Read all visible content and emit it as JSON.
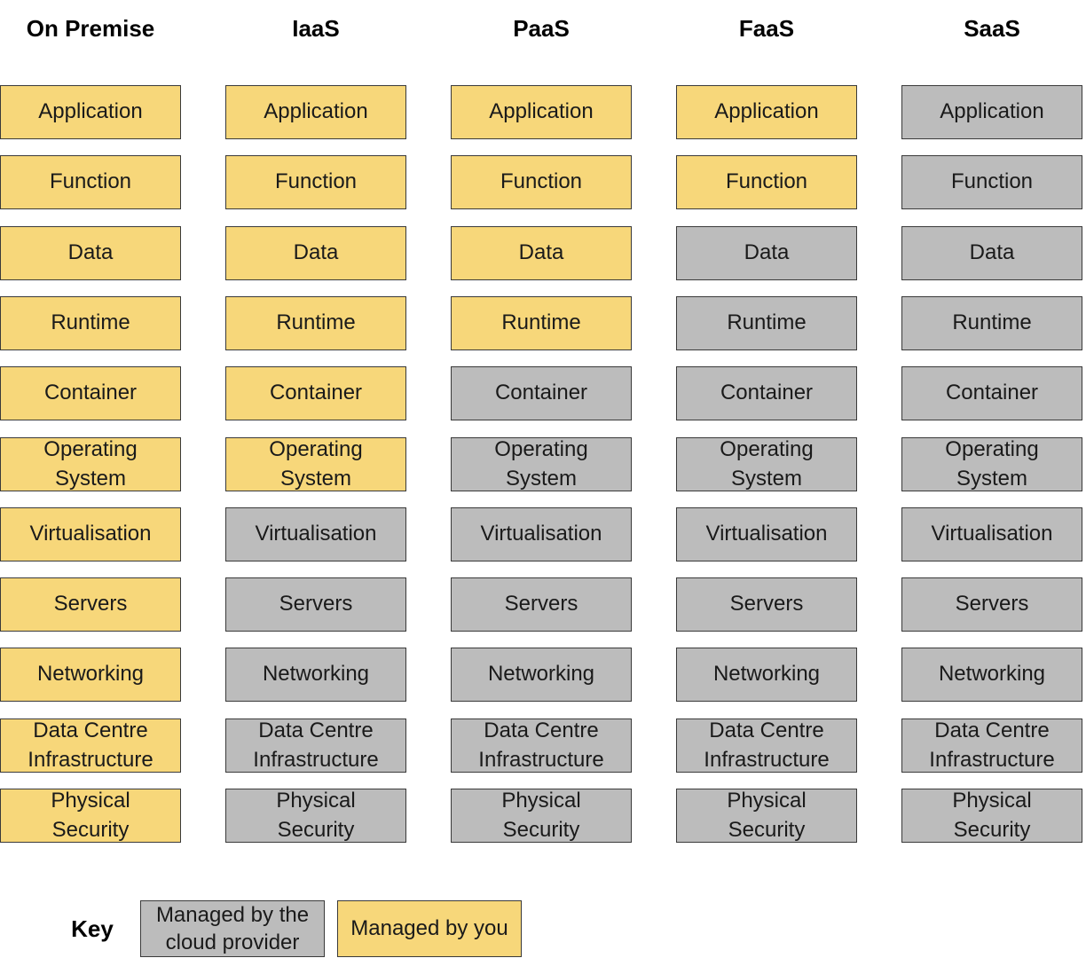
{
  "columns": [
    {
      "title": "On Premise",
      "cells": [
        {
          "label": "Application",
          "managed_by": "you"
        },
        {
          "label": "Function",
          "managed_by": "you"
        },
        {
          "label": "Data",
          "managed_by": "you"
        },
        {
          "label": "Runtime",
          "managed_by": "you"
        },
        {
          "label": "Container",
          "managed_by": "you"
        },
        {
          "label": "Operating\nSystem",
          "managed_by": "you"
        },
        {
          "label": "Virtualisation",
          "managed_by": "you"
        },
        {
          "label": "Servers",
          "managed_by": "you"
        },
        {
          "label": "Networking",
          "managed_by": "you"
        },
        {
          "label": "Data Centre\nInfrastructure",
          "managed_by": "you"
        },
        {
          "label": "Physical\nSecurity",
          "managed_by": "you"
        }
      ]
    },
    {
      "title": "IaaS",
      "cells": [
        {
          "label": "Application",
          "managed_by": "you"
        },
        {
          "label": "Function",
          "managed_by": "you"
        },
        {
          "label": "Data",
          "managed_by": "you"
        },
        {
          "label": "Runtime",
          "managed_by": "you"
        },
        {
          "label": "Container",
          "managed_by": "you"
        },
        {
          "label": "Operating\nSystem",
          "managed_by": "you"
        },
        {
          "label": "Virtualisation",
          "managed_by": "cloud"
        },
        {
          "label": "Servers",
          "managed_by": "cloud"
        },
        {
          "label": "Networking",
          "managed_by": "cloud"
        },
        {
          "label": "Data Centre\nInfrastructure",
          "managed_by": "cloud"
        },
        {
          "label": "Physical\nSecurity",
          "managed_by": "cloud"
        }
      ]
    },
    {
      "title": "PaaS",
      "cells": [
        {
          "label": "Application",
          "managed_by": "you"
        },
        {
          "label": "Function",
          "managed_by": "you"
        },
        {
          "label": "Data",
          "managed_by": "you"
        },
        {
          "label": "Runtime",
          "managed_by": "you"
        },
        {
          "label": "Container",
          "managed_by": "cloud"
        },
        {
          "label": "Operating\nSystem",
          "managed_by": "cloud"
        },
        {
          "label": "Virtualisation",
          "managed_by": "cloud"
        },
        {
          "label": "Servers",
          "managed_by": "cloud"
        },
        {
          "label": "Networking",
          "managed_by": "cloud"
        },
        {
          "label": "Data Centre\nInfrastructure",
          "managed_by": "cloud"
        },
        {
          "label": "Physical\nSecurity",
          "managed_by": "cloud"
        }
      ]
    },
    {
      "title": "FaaS",
      "cells": [
        {
          "label": "Application",
          "managed_by": "you"
        },
        {
          "label": "Function",
          "managed_by": "you"
        },
        {
          "label": "Data",
          "managed_by": "cloud"
        },
        {
          "label": "Runtime",
          "managed_by": "cloud"
        },
        {
          "label": "Container",
          "managed_by": "cloud"
        },
        {
          "label": "Operating\nSystem",
          "managed_by": "cloud"
        },
        {
          "label": "Virtualisation",
          "managed_by": "cloud"
        },
        {
          "label": "Servers",
          "managed_by": "cloud"
        },
        {
          "label": "Networking",
          "managed_by": "cloud"
        },
        {
          "label": "Data Centre\nInfrastructure",
          "managed_by": "cloud"
        },
        {
          "label": "Physical\nSecurity",
          "managed_by": "cloud"
        }
      ]
    },
    {
      "title": "SaaS",
      "cells": [
        {
          "label": "Application",
          "managed_by": "cloud"
        },
        {
          "label": "Function",
          "managed_by": "cloud"
        },
        {
          "label": "Data",
          "managed_by": "cloud"
        },
        {
          "label": "Runtime",
          "managed_by": "cloud"
        },
        {
          "label": "Container",
          "managed_by": "cloud"
        },
        {
          "label": "Operating\nSystem",
          "managed_by": "cloud"
        },
        {
          "label": "Virtualisation",
          "managed_by": "cloud"
        },
        {
          "label": "Servers",
          "managed_by": "cloud"
        },
        {
          "label": "Networking",
          "managed_by": "cloud"
        },
        {
          "label": "Data Centre\nInfrastructure",
          "managed_by": "cloud"
        },
        {
          "label": "Physical\nSecurity",
          "managed_by": "cloud"
        }
      ]
    }
  ],
  "key": {
    "title": "Key",
    "cloud_label": "Managed by the\ncloud provider",
    "you_label": "Managed by you"
  },
  "colors": {
    "you": "#f7d77a",
    "cloud": "#bcbcbc",
    "border": "#3a3a3a"
  }
}
